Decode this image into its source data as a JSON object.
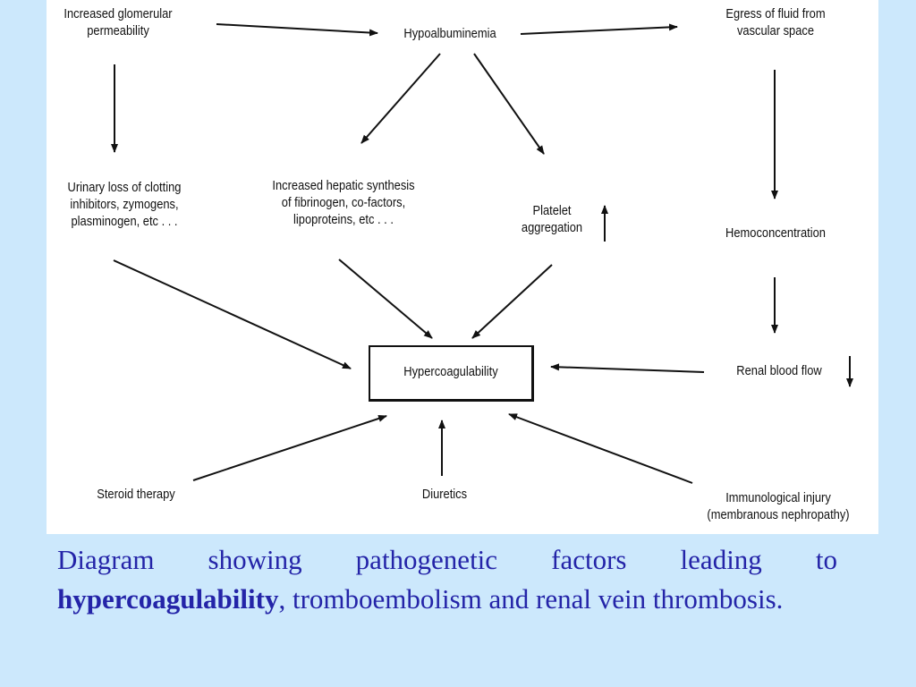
{
  "diagram": {
    "nodes": {
      "glomerular": "Increased glomerular\npermeability",
      "hypoalbuminemia": "Hypoalbuminemia",
      "egress": "Egress of fluid from\nvascular space",
      "urinary": "Urinary loss of clotting\ninhibitors, zymogens,\nplasminogen, etc . . .",
      "hepatic": "Increased hepatic synthesis\nof fibrinogen,  co-factors,\nlipoproteins, etc . . .",
      "platelet": "Platelet\naggregation",
      "hemoconcentration": "Hemoconcentration",
      "hypercoagulability": "Hypercoagulability",
      "renal_flow": "Renal blood flow",
      "steroid": "Steroid therapy",
      "diuretics": "Diuretics",
      "immunological": "Immunological injury\n(membranous nephropathy)"
    }
  },
  "caption": {
    "prefix": "Diagram showing pathogenetic factors leading to ",
    "bold": "hypercoagulability",
    "suffix": ", tromboembolism and renal vein thrombosis."
  },
  "colors": {
    "background": "#cce8fc",
    "caption_text": "#2424a8"
  }
}
